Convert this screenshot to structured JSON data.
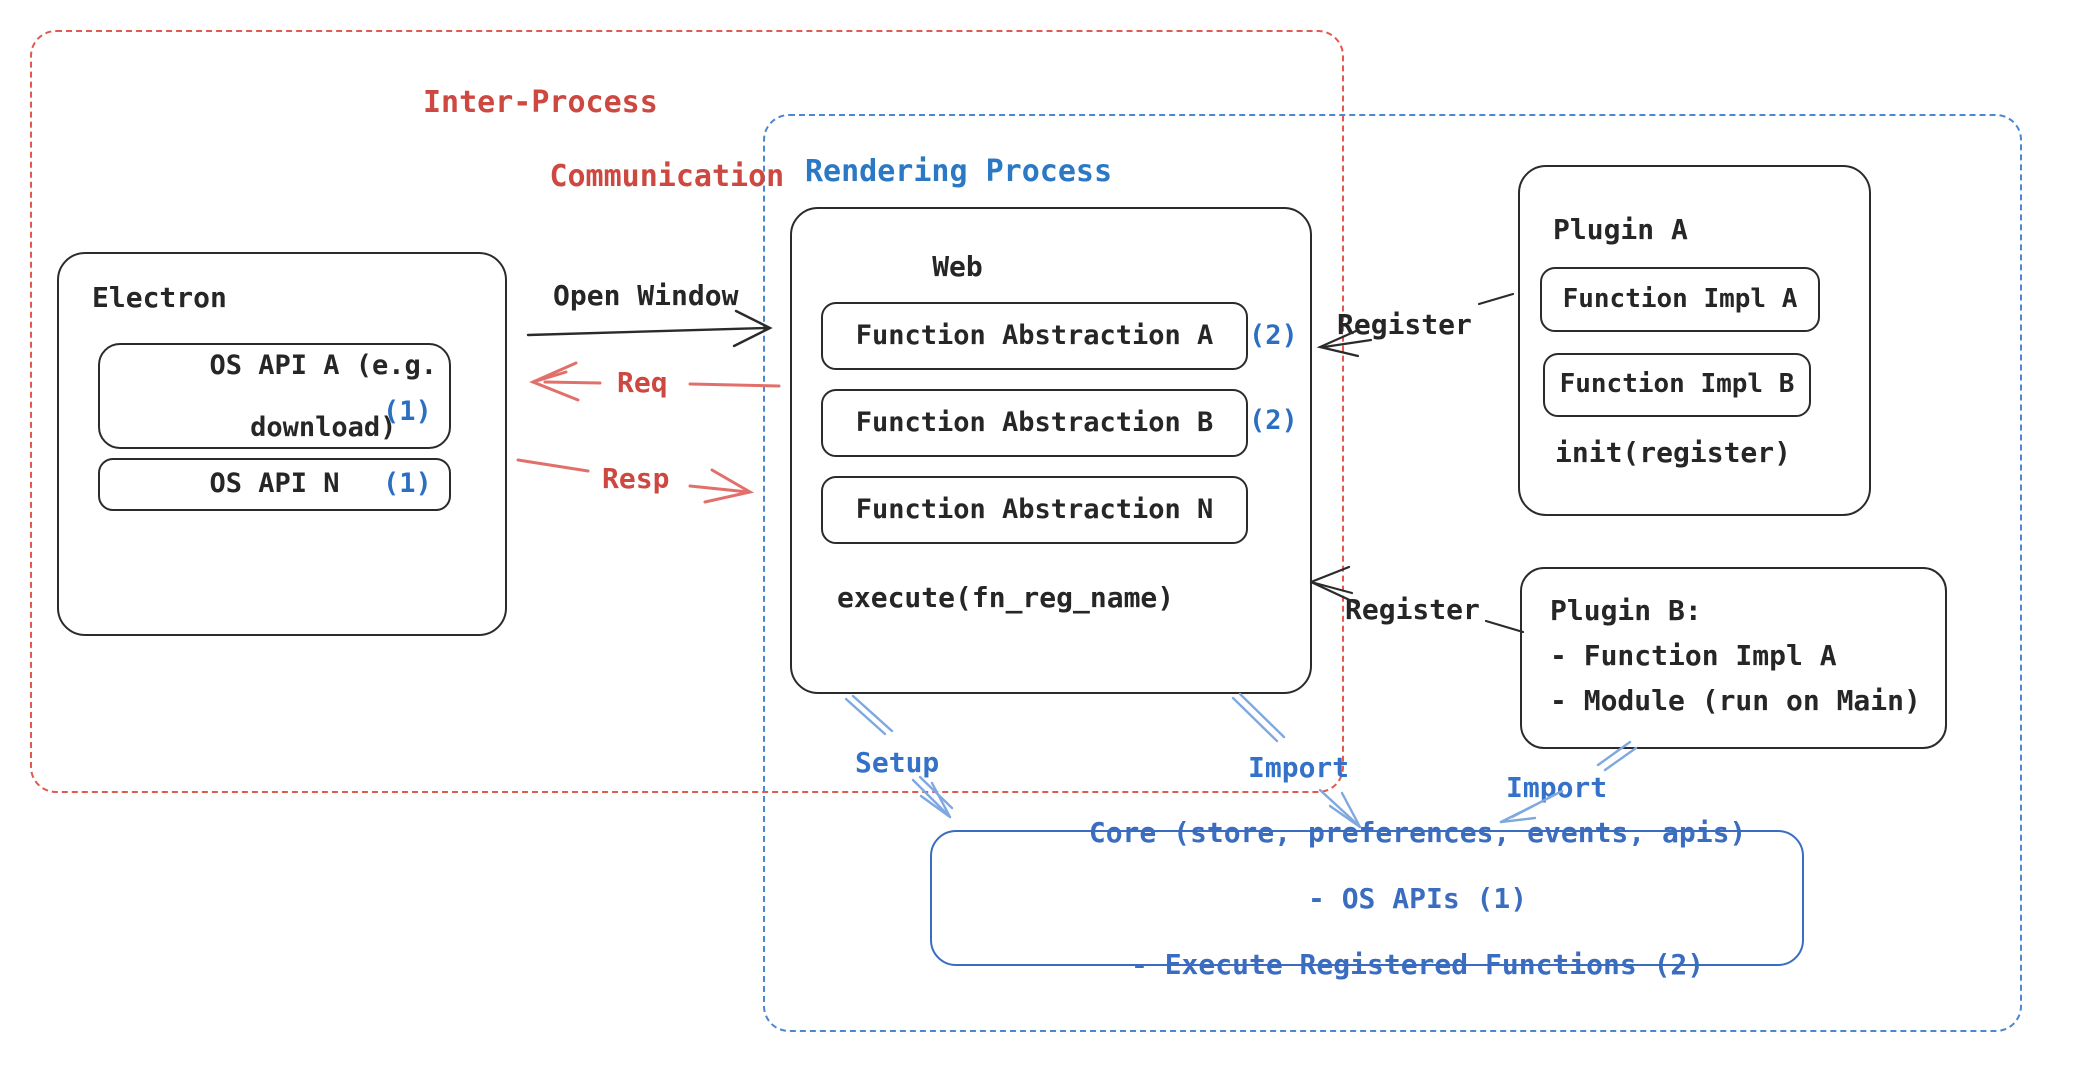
{
  "regions": {
    "ipc": {
      "label_line1": "Inter-Process",
      "label_line2": "Communication"
    },
    "rendering": {
      "label": "Rendering Process"
    }
  },
  "electron": {
    "title": "Electron",
    "os_api_a_line1": "OS API A (e.g.",
    "os_api_a_line2": "download)",
    "os_api_a_badge": "(1)",
    "os_api_n_label": "OS API N",
    "os_api_n_badge": "(1)"
  },
  "web": {
    "title": "Web",
    "rows": [
      {
        "label": "Function Abstraction A",
        "badge": "(2)"
      },
      {
        "label": "Function Abstraction B",
        "badge": "(2)"
      },
      {
        "label": "Function Abstraction N",
        "badge": ""
      }
    ],
    "footer": "execute(fn_reg_name)"
  },
  "plugin_a": {
    "title": "Plugin A",
    "impl_a": "Function Impl A",
    "impl_b": "Function Impl B",
    "footer": "init(register)"
  },
  "plugin_b": {
    "line1": "Plugin B:",
    "line2": "- Function Impl A",
    "line3": "- Module (run on Main)"
  },
  "core": {
    "lines": [
      "Core (store, preferences, events, apis)",
      "- OS APIs (1)",
      "- Execute Registered Functions (2)"
    ]
  },
  "arrows": {
    "open_window": "Open Window",
    "req": "Req",
    "resp": "Resp",
    "register_top": "Register",
    "register_bottom": "Register",
    "setup": "Setup",
    "import_web": "Import",
    "import_plugin": "Import"
  },
  "colors": {
    "black_stroke": "#2b2b2b",
    "red_dash": "#e05a50",
    "red_text": "#cc4840",
    "red_arrow": "#e2706a",
    "blue_dash": "#4d86d1",
    "blue_title": "#2b78c5",
    "badge_blue": "#2b6fc2",
    "core_blue": "#3a6cc0",
    "action_blue": "#3372c8",
    "light_arrow_blue": "#7fa8e0"
  }
}
